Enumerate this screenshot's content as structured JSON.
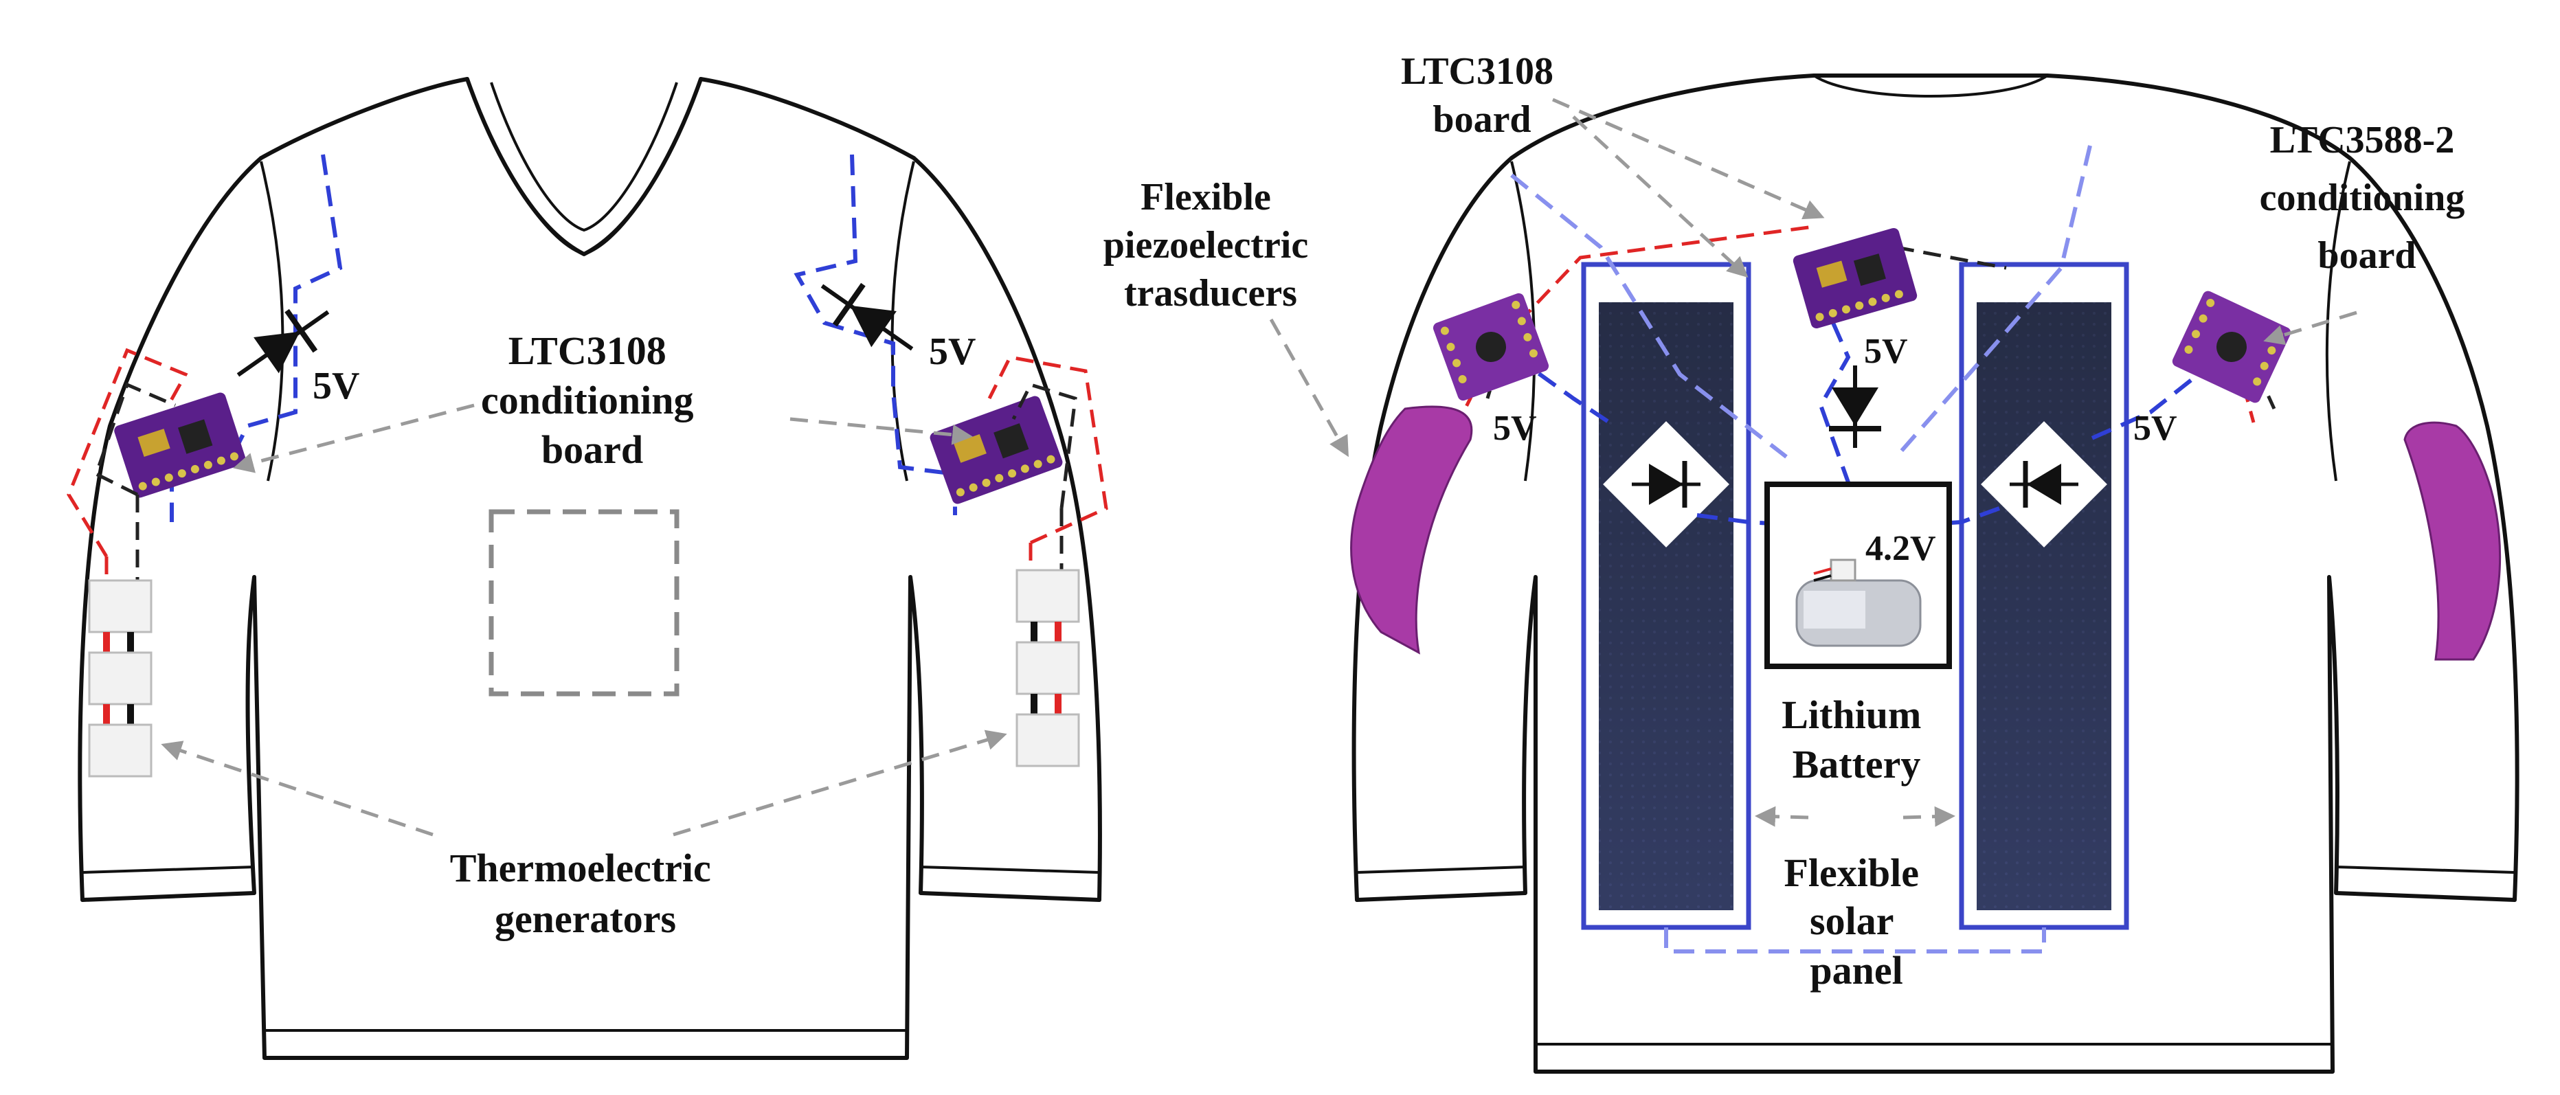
{
  "colors": {
    "blue_wire": "#2f3fd6",
    "light_blue_wire": "#8890ee",
    "red_wire": "#e02525",
    "black_wire": "#222222",
    "grey_arrow": "#9a9a9a",
    "board_purple": "#5a1f8a",
    "piezo_magenta": "#a83aa6",
    "solar_panel": "#2b3352",
    "box_blue": "#3b45c8"
  },
  "front": {
    "voltage_left": "5V",
    "voltage_right": "5V",
    "board_label_line1": "LTC3108",
    "board_label_line2": "conditioning",
    "board_label_line3": "board",
    "teg_label_line1": "Thermoelectric",
    "teg_label_line2": "generators"
  },
  "back": {
    "ltc3108_line1": "LTC3108",
    "ltc3108_line2": "board",
    "piezo_line1": "Flexible",
    "piezo_line2": "piezoelectric",
    "piezo_line3": "trasducers",
    "ltc3588_line1": "LTC3588-2",
    "ltc3588_line2": "conditioning",
    "ltc3588_line3": "board",
    "voltage_center": "5V",
    "voltage_left": "5V",
    "voltage_right": "5V",
    "battery_voltage": "4.2V",
    "battery_line1": "Lithium",
    "battery_line2": "Battery",
    "solar_line1": "Flexible",
    "solar_line2": "solar",
    "solar_line3": "panel"
  }
}
